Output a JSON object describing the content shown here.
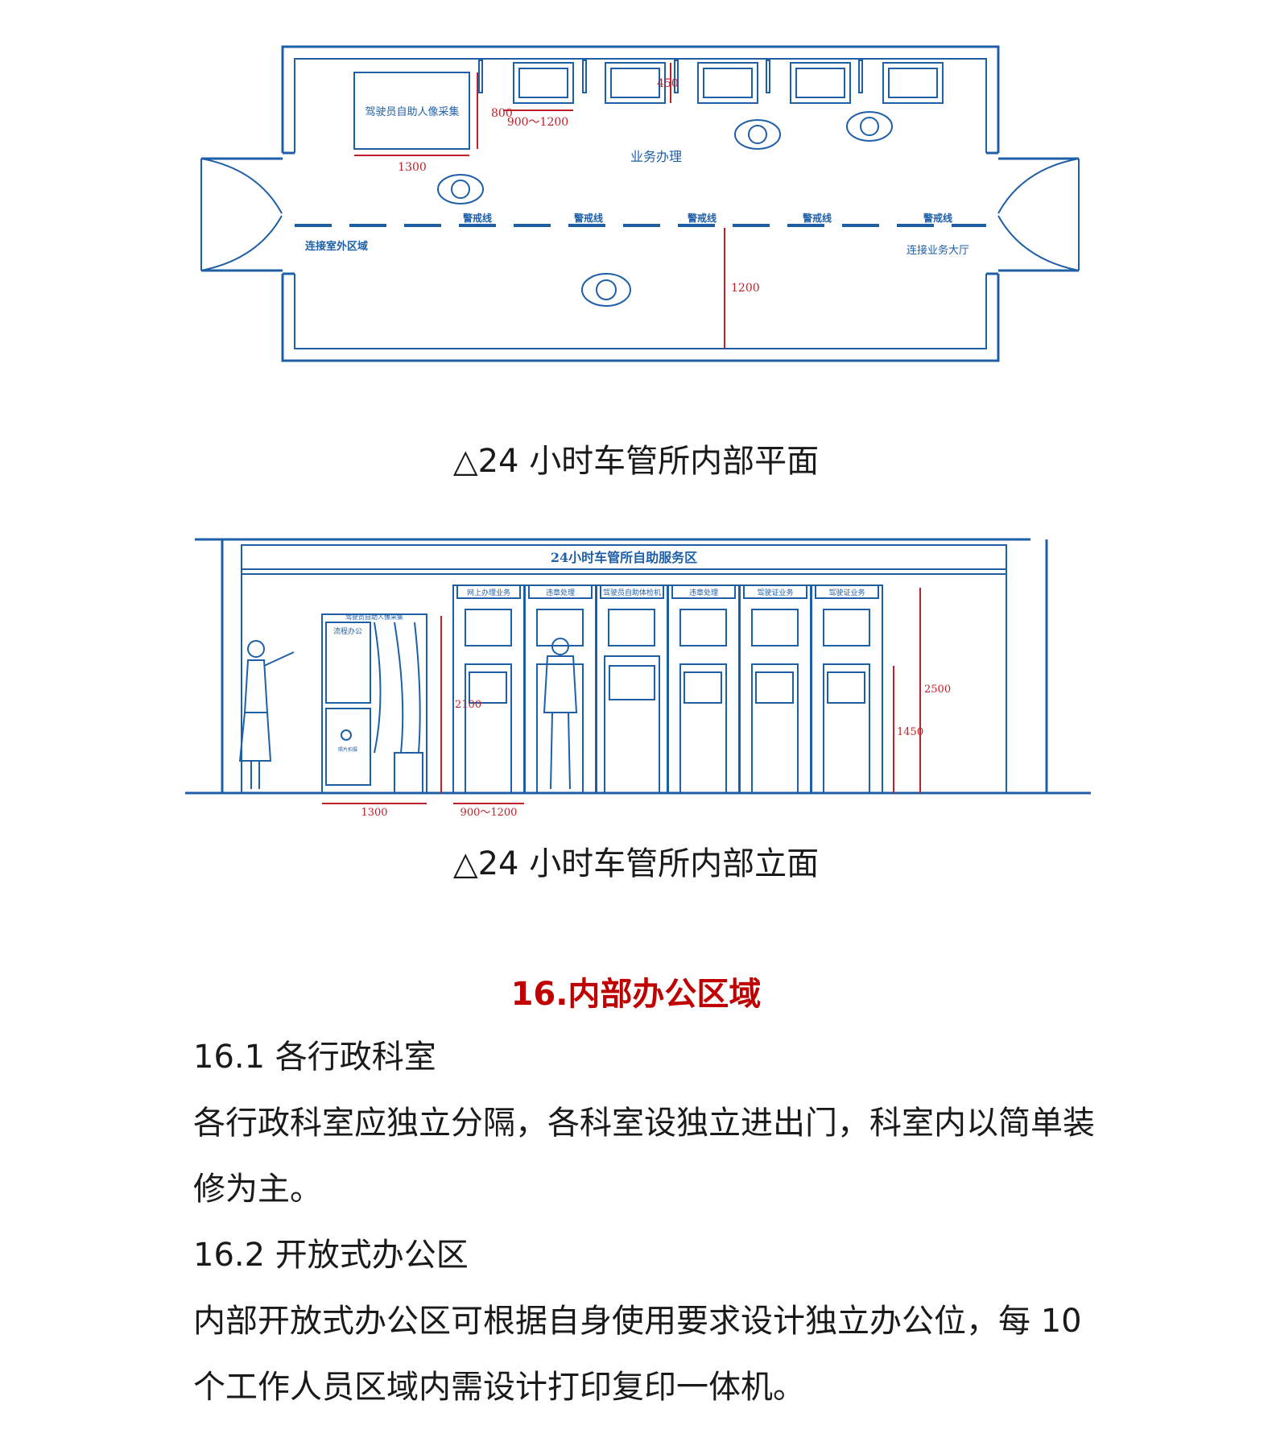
{
  "plan": {
    "labels": {
      "photo_booth": "驾驶员自助人像采集",
      "business": "业务办理",
      "outside": "连接室外区域",
      "hall": "连接业务大厅",
      "warning": "警戒线"
    },
    "dims": {
      "booth_height": "800",
      "booth_width": "1300",
      "screen_width": "900～1200",
      "screen_depth": "450",
      "aisle": "1200"
    }
  },
  "caption1": "△24 小时车管所内部平面",
  "elevation": {
    "header": "24小时车管所自助服务区",
    "booth_title": "驾驶员自助人像采集",
    "booth_panel": "流程办公",
    "booth_button": "照片拍摄",
    "kiosk_labels": [
      "网上办理业务",
      "违章处理",
      "驾驶员自助体检机",
      "违章处理",
      "驾驶证业务",
      "驾驶证业务"
    ],
    "dims": {
      "booth_height": "2100",
      "booth_width": "1300",
      "kiosk_width": "900～1200",
      "total_height": "2500",
      "counter_height": "1450"
    }
  },
  "caption2": "△24 小时车管所内部立面",
  "section": {
    "title": "16.内部办公区域",
    "sub1": "16.1 各行政科室",
    "p1": "各行政科室应独立分隔，各科室设独立进出门，科室内以简单装修为主。",
    "sub2": "16.2 开放式办公区",
    "p2": "内部开放式办公区可根据自身使用要求设计独立办公位，每 10 个工作人员区域内需设计打印复印一体机。"
  },
  "colors": {
    "line": "#1f5fa8",
    "dim": "#c0202a",
    "title": "#c00000"
  }
}
